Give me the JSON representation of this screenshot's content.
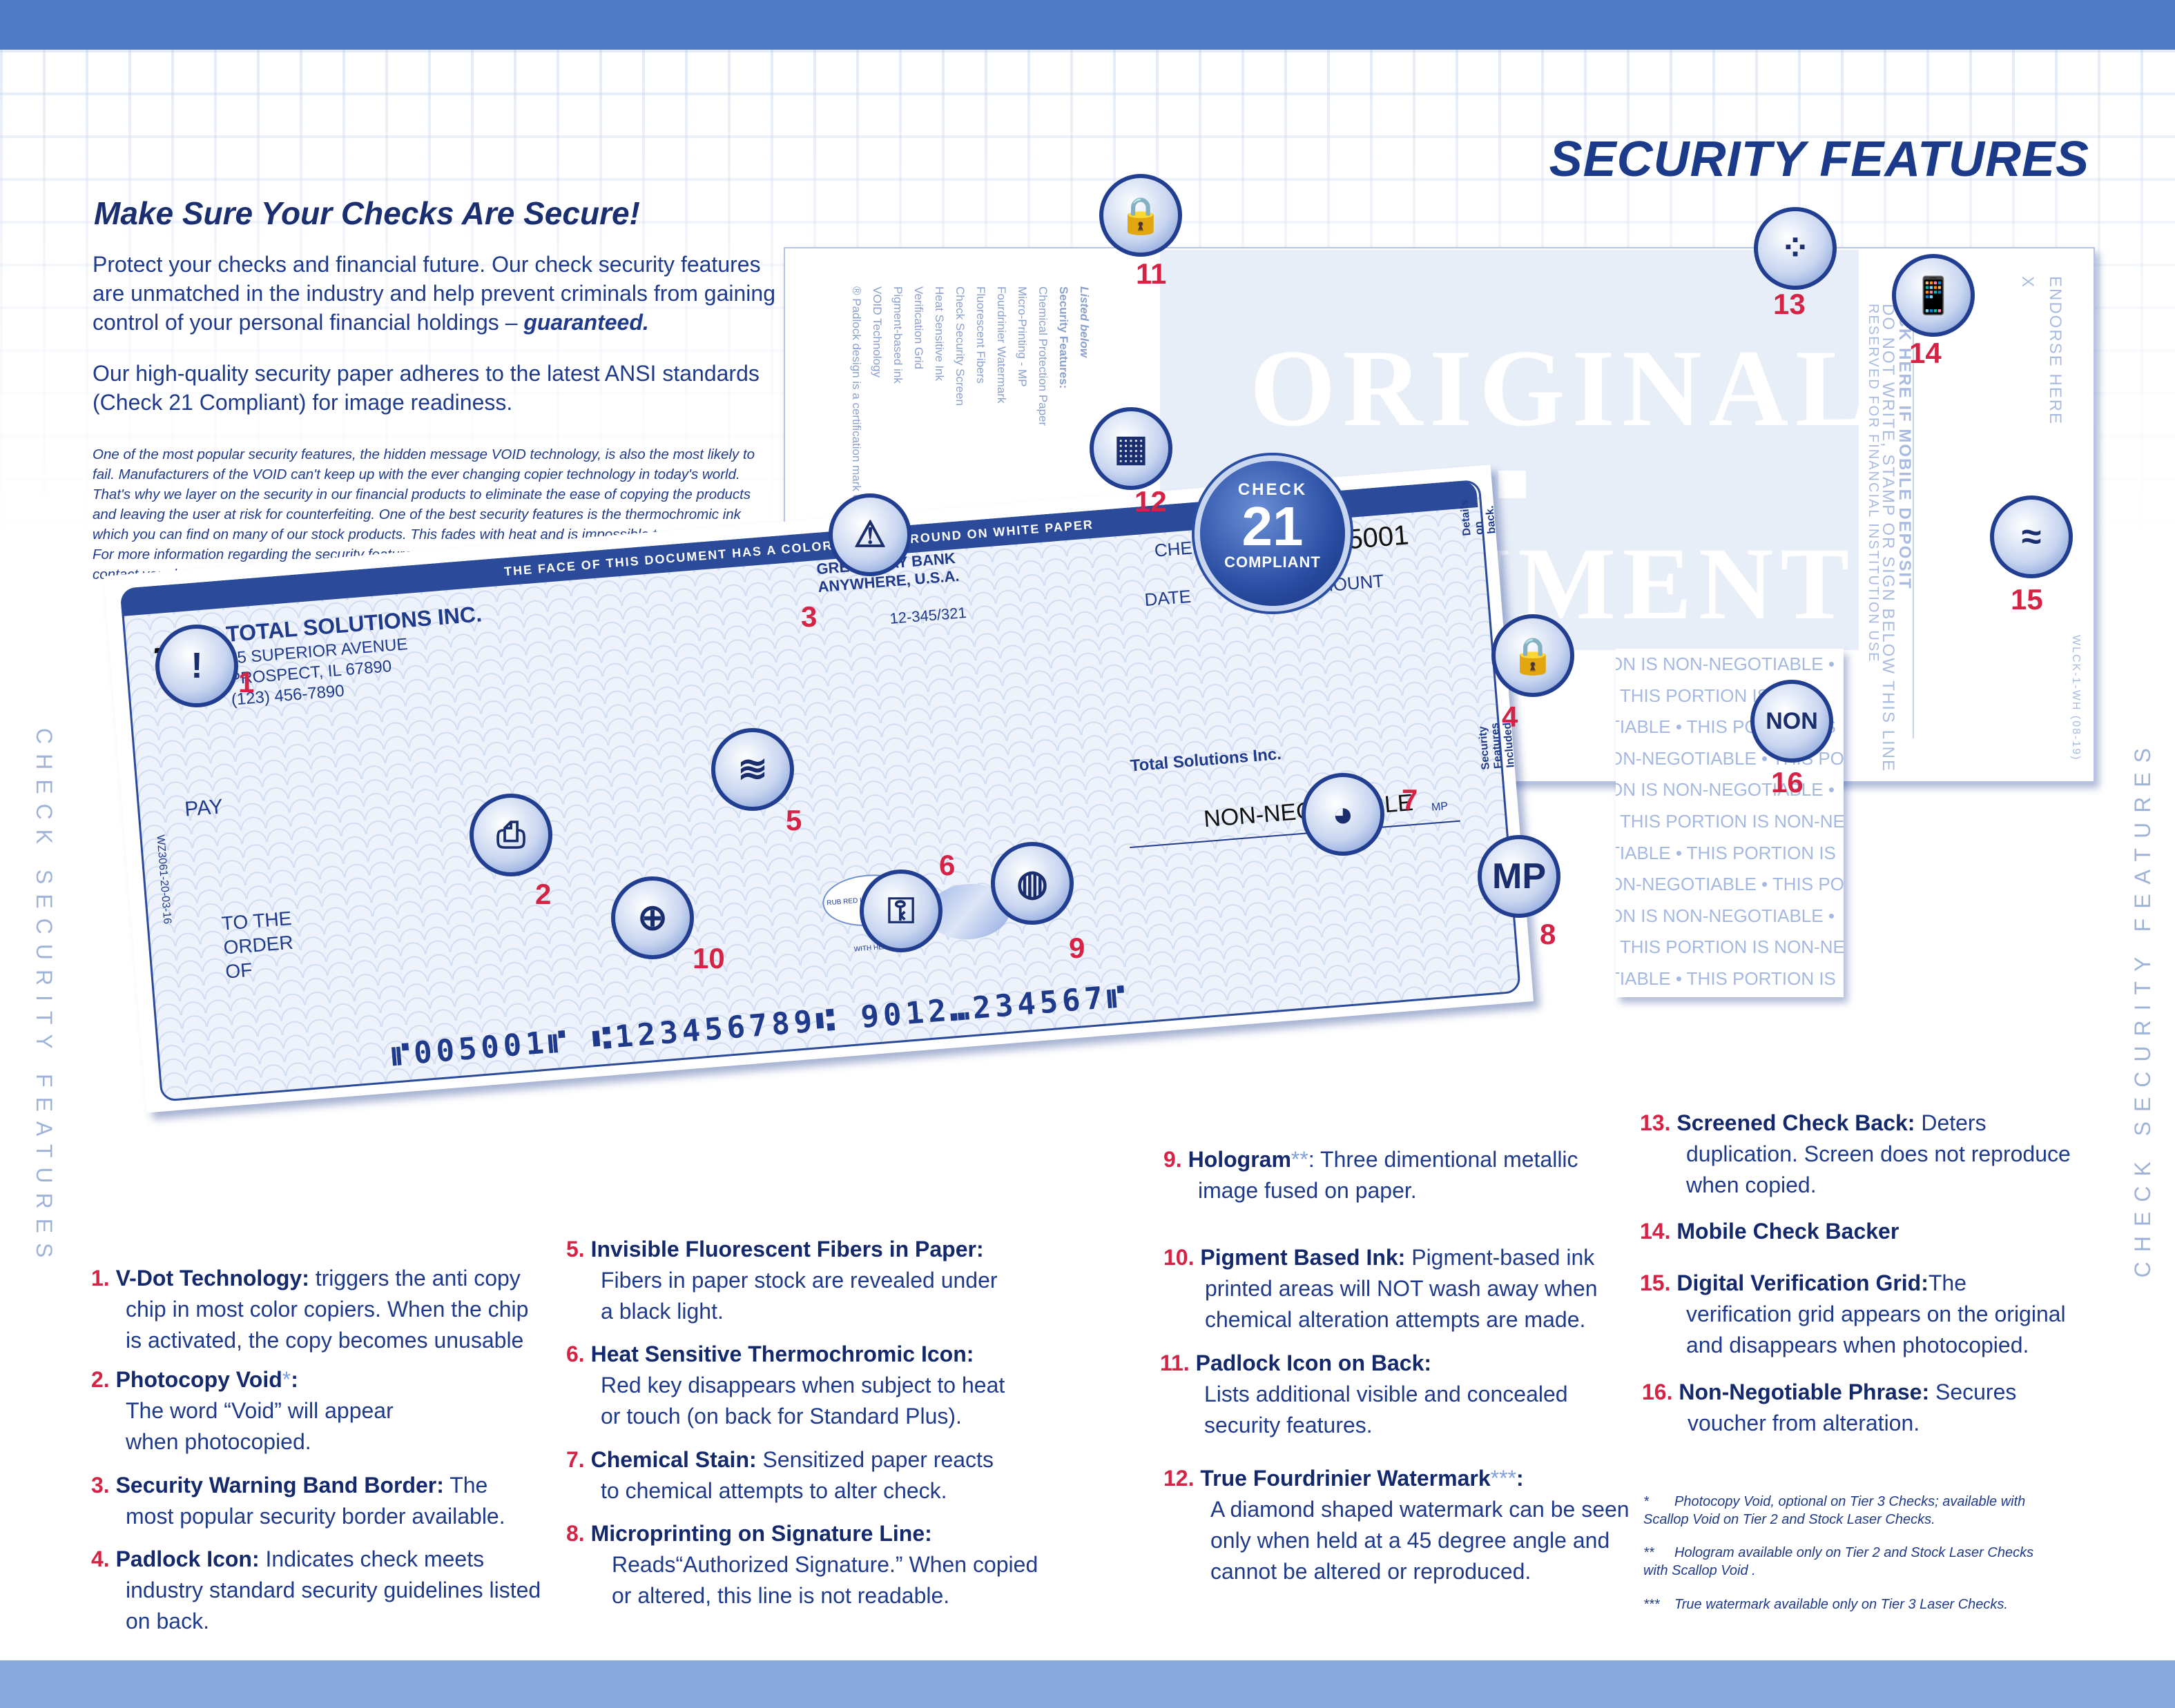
{
  "title": "SECURITY FEATURES",
  "side_text": "CHECK SECURITY FEATURES",
  "headline": "Make Sure Your Checks Are Secure!",
  "intro": {
    "p1": "Protect your checks and financial future. Our check security features are unmatched in the industry and help prevent criminals from gaining control of your personal financial holdings –",
    "p1_emphasis": "guaranteed.",
    "p2": "Our high-quality security paper adheres to the latest ANSI standards (Check 21 Compliant) for image readiness.",
    "note_lines": [
      "One of the most popular security features, the hidden message VOID technology, is also the most likely to",
      "fail. Manufacturers of the VOID can't keep up with the ever changing copier technology in today's world.",
      "That's why we layer on the security in our financial products to eliminate the ease of copying the products",
      "and leaving the user at risk for counterfeiting.  One of the best security features is the thermochromic ink",
      "which you can find on many of our stock products. This fades with heat and is impossible to copy.",
      "For more information regarding the security features,",
      "contact your local sales representative."
    ]
  },
  "badge": {
    "top": "CHECK",
    "number": "21",
    "bottom": "COMPLIANT"
  },
  "back": {
    "watermark_1": "ORIGINAL",
    "watermark_2": "UMENT",
    "endorse_here": "ENDORSE HERE",
    "endorse_x": "X",
    "mobile_deposit": "CHECK HERE IF MOBILE DEPOSIT",
    "do_not_write": "DO NOT WRITE, STAMP OR SIGN BELOW THIS LINE",
    "reserved": "RESERVED FOR FINANCIAL INSTITUTION USE",
    "code": "WLCK-1-WH (08-19)",
    "features_heading": "Security Features:",
    "listed_below": "Listed below",
    "features_list": [
      "Chemical Protection Paper",
      "Micro-Printing - MP",
      "Fourdrinier Watermark",
      "Fluorescent Fibers",
      "Check Security Screen",
      "Heat Sensitive Ink",
      "Verification Grid",
      "Pigment-based ink",
      "VOID Technology"
    ],
    "footnote": "® Padlock design is a certification mark of Check Payment Systems"
  },
  "stub": {
    "rows": [
      "ON  IS  NON-NEGOTIABLE  •",
      "•  THIS  PORTION  IS  NON-",
      "TIABLE  •  THIS  PORTION  IS",
      "ON-NEGOTIABLE  •  THIS  POR",
      "ON  IS  NON-NEGOTIABLE  •",
      "•  THIS  PORTION  IS  NON-NE",
      "TIABLE  •  THIS  PORTION  IS",
      "ON-NEGOTIABLE  •  THIS  POR",
      "ON  IS  NON-NEGOTIABLE  •",
      "•  THIS  PORTION  IS  NON-NE",
      "TIABLE  •  THIS  PORTION  IS"
    ]
  },
  "check": {
    "band": "THE FACE OF THIS DOCUMENT HAS A COLORED BACKGROUND ON WHITE PAPER",
    "company": "TOTAL SOLUTIONS INC.",
    "address1": "45 SUPERIOR AVENUE",
    "address2": "PROSPECT, IL 67890",
    "phone": "(123) 456-7890",
    "logo": "TSI",
    "bank1": "GREEN WAY BANK",
    "bank2": "ANYWHERE, U.S.A.",
    "routing_fraction": "12-345/321",
    "check_label": "CHECK",
    "check_number": "5001",
    "date_label": "DATE",
    "amount_label": "AMOUNT",
    "pay_label": "PAY",
    "to_the": "TO THE",
    "order": "ORDER",
    "of": "OF",
    "signature_company": "Total Solutions Inc.",
    "non_negotiable": "NON-NEGOTIABLE",
    "mp": "MP",
    "details_on_back": "Details on back.",
    "security_features_included": "Security Features Included",
    "side_code": "WZ3061-20-03-16",
    "thermo_text": "RUB RED IMAGE • FADES WITH HEAT",
    "micr": "⑈005001⑈ ⑆123456789⑆ 9012⑉234567⑈"
  },
  "pins": [
    {
      "num": "1",
      "icon": "magnifier-exclamation-icon",
      "glyph": "!"
    },
    {
      "num": "2",
      "icon": "photocopier-void-icon",
      "glyph": "⎙"
    },
    {
      "num": "3",
      "icon": "warning-triangle-icon",
      "glyph": "⚠"
    },
    {
      "num": "4",
      "icon": "padlock-icon",
      "glyph": "🔒"
    },
    {
      "num": "5",
      "icon": "fibers-icon",
      "glyph": "≋"
    },
    {
      "num": "6",
      "icon": "key-icon",
      "glyph": "⚿"
    },
    {
      "num": "7",
      "icon": "stain-icon",
      "glyph": "◕"
    },
    {
      "num": "8",
      "icon": "microprint-icon",
      "glyph": "MP"
    },
    {
      "num": "9",
      "icon": "hologram-icon",
      "glyph": "◍"
    },
    {
      "num": "10",
      "icon": "crosshair-icon",
      "glyph": "⊕"
    },
    {
      "num": "11",
      "icon": "padlock-back-icon",
      "glyph": "🔒"
    },
    {
      "num": "12",
      "icon": "watermark-grid-icon",
      "glyph": "▦"
    },
    {
      "num": "13",
      "icon": "screened-dots-icon",
      "glyph": "⁘"
    },
    {
      "num": "14",
      "icon": "mobile-deposit-icon",
      "glyph": "📱"
    },
    {
      "num": "15",
      "icon": "wavy-grid-icon",
      "glyph": "≈"
    },
    {
      "num": "16",
      "icon": "non-negotiable-icon",
      "glyph": "NON"
    }
  ],
  "features": [
    {
      "n": "1.",
      "title": "V-Dot Technology:",
      "lines": [
        "triggers the anti copy",
        "chip in most color copiers.  When the chip",
        "is activated, the copy becomes unusable"
      ]
    },
    {
      "n": "2.",
      "title": "Photocopy Void",
      "mark": "*",
      "lines": [
        ":",
        "The word “Void” will appear",
        "when photocopied."
      ]
    },
    {
      "n": "3.",
      "title": "Security Warning Band Border:",
      "lines": [
        "The",
        "most popular security border available."
      ]
    },
    {
      "n": "4.",
      "title": "Padlock Icon:",
      "lines": [
        "Indicates check meets",
        "industry standard security guidelines listed",
        "on back."
      ]
    },
    {
      "n": "5.",
      "title": "Invisible Fluorescent Fibers in Paper:",
      "lines": [
        "",
        "Fibers in paper stock are revealed under",
        "a black light."
      ]
    },
    {
      "n": "6.",
      "title": "Heat Sensitive Thermochromic Icon:",
      "lines": [
        "",
        "Red key disappears when subject to heat",
        "or touch (on back for Standard Plus)."
      ]
    },
    {
      "n": "7.",
      "title": "Chemical Stain:",
      "lines": [
        "Sensitized paper reacts",
        "to chemical attempts to alter check."
      ]
    },
    {
      "n": "8.",
      "title": "Microprinting on Signature Line:",
      "lines": [
        "",
        "Reads“Authorized Signature.” When copied",
        "or altered, this line is not readable."
      ]
    },
    {
      "n": "9.",
      "title": "Hologram",
      "mark": "**",
      "lines": [
        ": Three dimentional metallic",
        "image fused on paper."
      ]
    },
    {
      "n": "10.",
      "title": "Pigment Based Ink:",
      "lines": [
        "Pigment-based ink",
        "printed areas will NOT wash away when",
        "chemical alteration attempts are made."
      ]
    },
    {
      "n": "11.",
      "title": "Padlock Icon on Back:",
      "lines": [
        "",
        "Lists additional visible and concealed",
        "security features."
      ]
    },
    {
      "n": "12.",
      "title": "True Fourdrinier Watermark",
      "mark": "***",
      "lines": [
        ":",
        "A diamond shaped watermark can be seen",
        "only when held at a 45 degree angle and",
        "cannot be altered or reproduced."
      ]
    },
    {
      "n": "13.",
      "title": "Screened Check Back:",
      "lines": [
        "Deters",
        "duplication. Screen does not reproduce",
        "when copied."
      ]
    },
    {
      "n": "14.",
      "title": "Mobile Check Backer",
      "lines": [
        ""
      ]
    },
    {
      "n": "15.",
      "title": "Digital Verification Grid:",
      "lines": [
        "The",
        "verification grid appears on the original",
        "and disappears when photocopied."
      ]
    },
    {
      "n": "16.",
      "title": "Non-Negotiable Phrase:",
      "lines": [
        "Secures",
        "voucher from alteration."
      ]
    }
  ],
  "footnotes": [
    {
      "mark": "*",
      "text": "Photocopy Void, optional on Tier 3 Checks; available with Scallop Void on Tier 2 and Stock Laser Checks."
    },
    {
      "mark": "**",
      "text": "Hologram available only on Tier 2 and Stock Laser Checks with Scallop Void ."
    },
    {
      "mark": "***",
      "text": "True watermark available only on Tier 3 Laser Checks."
    }
  ],
  "colors": {
    "brand_blue": "#1b3a8a",
    "accent_red": "#d42345",
    "top_bar": "#4e79c4",
    "bottom_bar": "#86a8db"
  }
}
